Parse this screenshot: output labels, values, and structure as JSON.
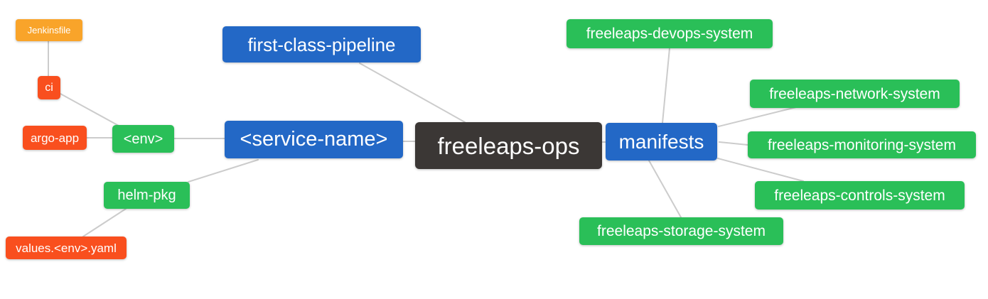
{
  "diagram": {
    "type": "mindmap",
    "title": "freeleaps-ops repository structure mind map",
    "palette": {
      "canvas_bg": "#FFFFFF",
      "root_bg": "#3B3735",
      "branch_blue_bg": "#2368C6",
      "leaf_green_bg": "#2ABF58",
      "leaf_red_bg": "#F94F1E",
      "leaf_orange_bg": "#F9A42A",
      "edge_color": "#CCCCCC",
      "text_color": "#FFFFFF"
    },
    "nodes": {
      "root": {
        "label": "freeleaps-ops",
        "level": 0
      },
      "first_class_pipeline": {
        "label": "first-class-pipeline",
        "level": 1
      },
      "service_name": {
        "label": "<service-name>",
        "level": 1
      },
      "manifests": {
        "label": "manifests",
        "level": 1
      },
      "env": {
        "label": "<env>",
        "level": 2
      },
      "helm_pkg": {
        "label": "helm-pkg",
        "level": 2
      },
      "ci": {
        "label": "ci",
        "level": 3
      },
      "argo_app": {
        "label": "argo-app",
        "level": 3
      },
      "jenkinsfile": {
        "label": "Jenkinsfile",
        "level": 4
      },
      "values_env_yaml": {
        "label": "values.<env>.yaml",
        "level": 3
      },
      "devops_system": {
        "label": "freeleaps-devops-system",
        "level": 2
      },
      "network_system": {
        "label": "freeleaps-network-system",
        "level": 2
      },
      "monitoring_system": {
        "label": "freeleaps-monitoring-system",
        "level": 2
      },
      "controls_system": {
        "label": "freeleaps-controls-system",
        "level": 2
      },
      "storage_system": {
        "label": "freeleaps-storage-system",
        "level": 2
      }
    },
    "edges": [
      {
        "from": "jenkinsfile",
        "to": "ci"
      },
      {
        "from": "ci",
        "to": "env"
      },
      {
        "from": "argo_app",
        "to": "env"
      },
      {
        "from": "env",
        "to": "service_name"
      },
      {
        "from": "helm_pkg",
        "to": "service_name"
      },
      {
        "from": "values_env_yaml",
        "to": "helm_pkg"
      },
      {
        "from": "first_class_pipeline",
        "to": "root"
      },
      {
        "from": "service_name",
        "to": "root"
      },
      {
        "from": "root",
        "to": "manifests"
      },
      {
        "from": "manifests",
        "to": "devops_system"
      },
      {
        "from": "manifests",
        "to": "network_system"
      },
      {
        "from": "manifests",
        "to": "monitoring_system"
      },
      {
        "from": "manifests",
        "to": "controls_system"
      },
      {
        "from": "manifests",
        "to": "storage_system"
      }
    ]
  }
}
